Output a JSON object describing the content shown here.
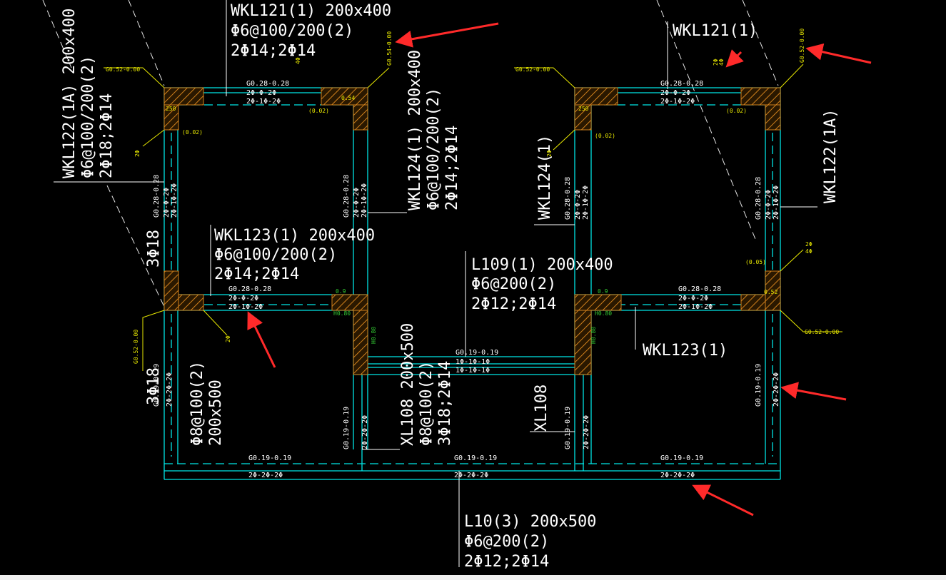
{
  "annotations": {
    "wkl121_top": [
      "WKL121(1) 200x400",
      "Φ6@100/200(2)",
      "2Φ14;2Φ14"
    ],
    "wkl121_right": "WKL121(1)",
    "wkl122_left": [
      "WKL122(1A) 200x400",
      "Φ6@100/200(2)",
      "2Φ18;2Φ14"
    ],
    "wkl122_right": "WKL122(1A)",
    "wkl124_mid": [
      "WKL124(1) 200x400",
      "Φ6@100/200(2)",
      "2Φ14;2Φ14"
    ],
    "wkl124_right": "WKL124(1)",
    "wkl123_left": [
      "WKL123(1) 200x400",
      "Φ6@100/200(2)",
      "2Φ14;2Φ14"
    ],
    "wkl123_right": "WKL123(1)",
    "l109": [
      "L109(1) 200x400",
      "Φ6@200(2)",
      "2Φ12;2Φ14"
    ],
    "xl108": [
      "XL108 200x500",
      "Φ8@100(2)",
      "3Φ18;2Φ14"
    ],
    "xl108_right": "XL108",
    "left_beam": [
      "Φ8@100(2)",
      "200x500"
    ],
    "left_bar_top": "3Φ18",
    "left_bar_bottom": "3Φ18",
    "l10": [
      "L10(3) 200x500",
      "Φ6@200(2)",
      "2Φ12;2Φ14"
    ]
  },
  "small_labels": {
    "g028": "G0.28-0.28",
    "g019": "G0.19-0.19",
    "rebar_top": "2Φ-Φ-2Φ",
    "rebar_bot": "2Φ-1Φ-2Φ",
    "rebar_16": "1Φ-1Φ-1Φ",
    "rebar_20": "2Φ-2Φ-2Φ",
    "g052": "G0.52-0.00",
    "g054": "G0.54-0.00",
    "n002": "(0.02)",
    "n005": "(0.05)",
    "v250": "250",
    "v054": "0.54",
    "v052": "0.52",
    "v09": "0.9",
    "h080": "H0.80",
    "w2": "2Φ",
    "w4": "4Φ"
  },
  "colors": {
    "background": "#000000",
    "beam": "#00e5e5",
    "text": "#ffffff",
    "hatch": "#e08a00",
    "arrow": "#ff2a2a",
    "leader": "#e8e800"
  }
}
